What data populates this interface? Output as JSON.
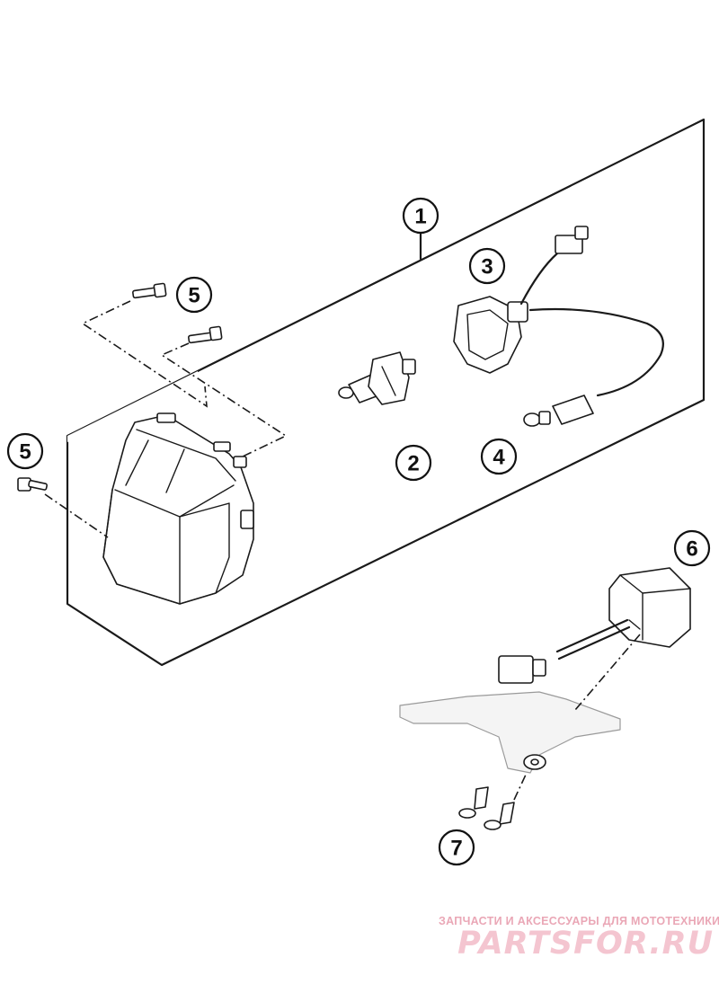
{
  "callouts": [
    {
      "id": "1",
      "label": "1"
    },
    {
      "id": "2",
      "label": "2"
    },
    {
      "id": "3",
      "label": "3"
    },
    {
      "id": "4",
      "label": "4"
    },
    {
      "id": "5a",
      "label": "5"
    },
    {
      "id": "5b",
      "label": "5"
    },
    {
      "id": "6",
      "label": "6"
    },
    {
      "id": "7",
      "label": "7"
    }
  ],
  "watermark": {
    "caption": "ЗАПЧАСТИ И АКСЕССУАРЫ ДЛЯ МОТОТЕХНИКИ",
    "brand": "PARTSFOR.RU"
  },
  "colors": {
    "line": "#1a1a1a",
    "watermark": "#eaa7b6"
  }
}
